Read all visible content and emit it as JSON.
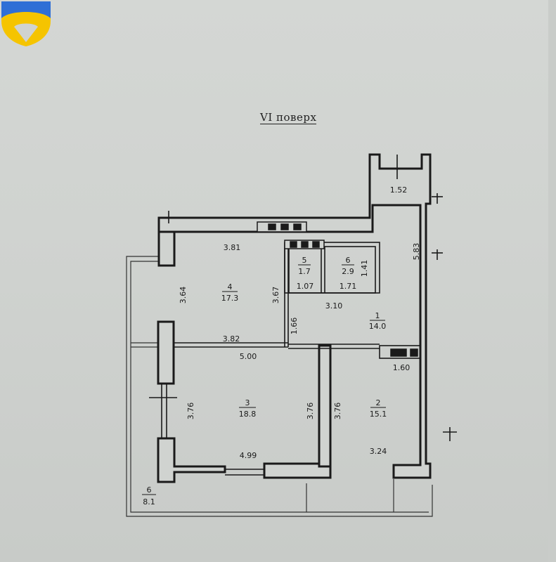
{
  "title": "VI  поверх",
  "rooms": [
    {
      "id": "1",
      "area": "14.0"
    },
    {
      "id": "2",
      "area": "15.1"
    },
    {
      "id": "3",
      "area": "18.8"
    },
    {
      "id": "4",
      "area": "17.3"
    },
    {
      "id": "5",
      "area": "1.7"
    },
    {
      "id": "6",
      "area": "2.9"
    },
    {
      "id": "6",
      "area": "8.1"
    }
  ],
  "dimensions": [
    "1.52",
    "5.83",
    "3.81",
    "1.41",
    "1.07",
    "1.71",
    "3.64",
    "3.67",
    "3.10",
    "1.66",
    "3.82",
    "5.00",
    "1.60",
    "3.76",
    "3.76",
    "3.76",
    "3.24",
    "4.99"
  ],
  "colors": {
    "wall": "#222222",
    "paper": "#d0d3d0",
    "logo_blue": "#2f6fd6",
    "logo_yellow": "#f5c400"
  }
}
